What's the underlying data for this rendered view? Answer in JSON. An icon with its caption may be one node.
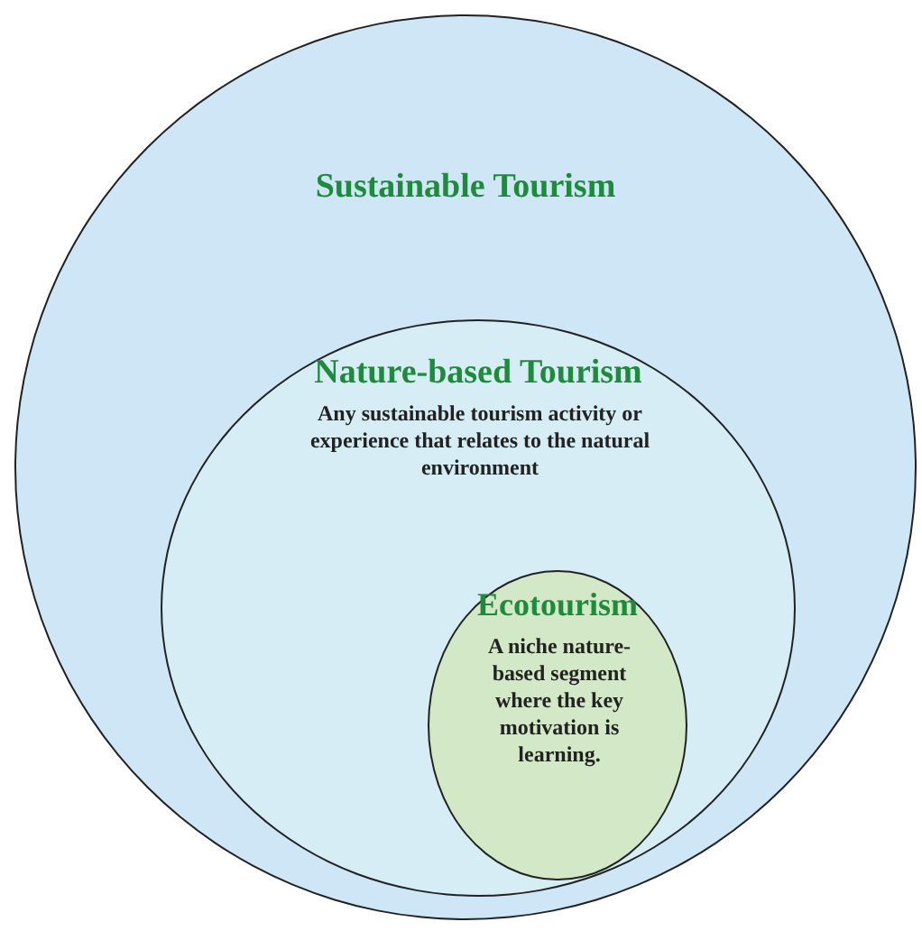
{
  "diagram": {
    "nodes": [
      {
        "text": [
          "Sustainable Tourism"
        ]
      },
      {
        "text": [
          "Nature-based Tourism",
          "Any sustainable tourism activity or experience that relates to the natural environment"
        ],
        "in": 0
      },
      {
        "text": [
          "Ecotourism",
          "A niche nature-based segment where the key motivation is learning."
        ],
        "in": 1
      }
    ]
  }
}
